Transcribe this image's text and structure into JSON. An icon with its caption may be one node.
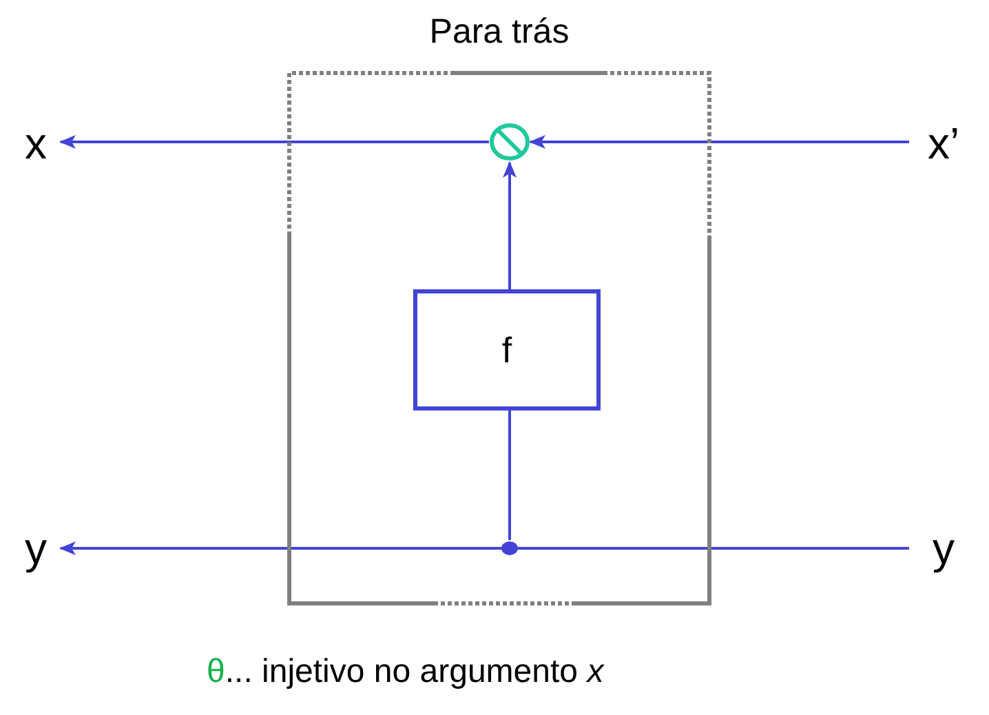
{
  "diagram": {
    "nodes": [
      {
        "text": [
          "Para trás"
        ]
      },
      {
        "text": [],
        "shape": "circle",
        "in": 0
      },
      {
        "text": [
          "f"
        ],
        "in": 0
      },
      {
        "text": [],
        "shape": "circle",
        "in": 0
      },
      {
        "text": [
          "x"
        ]
      },
      {
        "text": [
          "x’"
        ]
      },
      {
        "text": [
          "y"
        ]
      },
      {
        "text": [
          "y"
        ]
      }
    ],
    "edges": [
      {
        "from": 5,
        "to": 1,
        "arrow": "to"
      },
      {
        "from": 1,
        "to": 4,
        "arrow": "to"
      },
      {
        "from": 2,
        "to": 1,
        "arrow": "to"
      },
      {
        "from": 3,
        "to": 2,
        "arrow": "none"
      },
      {
        "from": 7,
        "to": 3,
        "arrow": "none"
      },
      {
        "from": 3,
        "to": 6,
        "arrow": "to"
      }
    ],
    "labels": [
      "θ",
      "... injetivo no argumento *x*"
    ]
  }
}
